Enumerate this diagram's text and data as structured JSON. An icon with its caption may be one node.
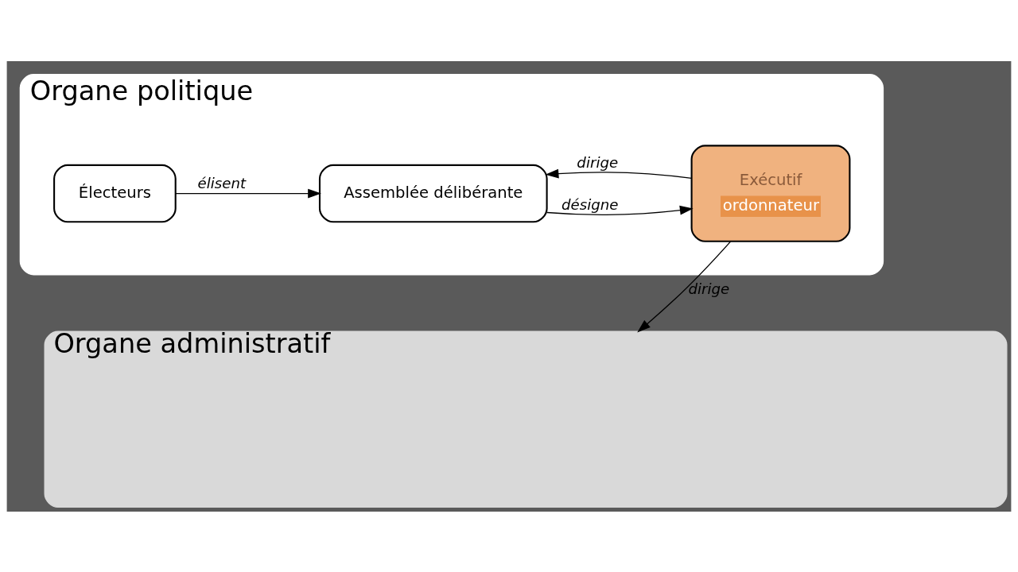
{
  "diagram": {
    "nodes": [
      {
        "text": [
          "Organe politique"
        ]
      },
      {
        "text": [
          "Électeurs"
        ],
        "in": 0
      },
      {
        "text": [
          "Assemblée délibérante"
        ],
        "in": 0
      },
      {
        "text": [
          "Exécutif",
          "ordonnateur"
        ],
        "in": 0
      },
      {
        "text": [
          "Organe administratif"
        ]
      }
    ],
    "edges": [
      {
        "from": 1,
        "to": 2,
        "arrow": "to",
        "label": "élisent"
      },
      {
        "from": 2,
        "to": 3,
        "arrow": "to",
        "label": "désigne"
      },
      {
        "from": 3,
        "to": 2,
        "arrow": "to",
        "label": "dirige"
      },
      {
        "from": 3,
        "to": 4,
        "arrow": "to",
        "label": "dirige"
      }
    ]
  }
}
